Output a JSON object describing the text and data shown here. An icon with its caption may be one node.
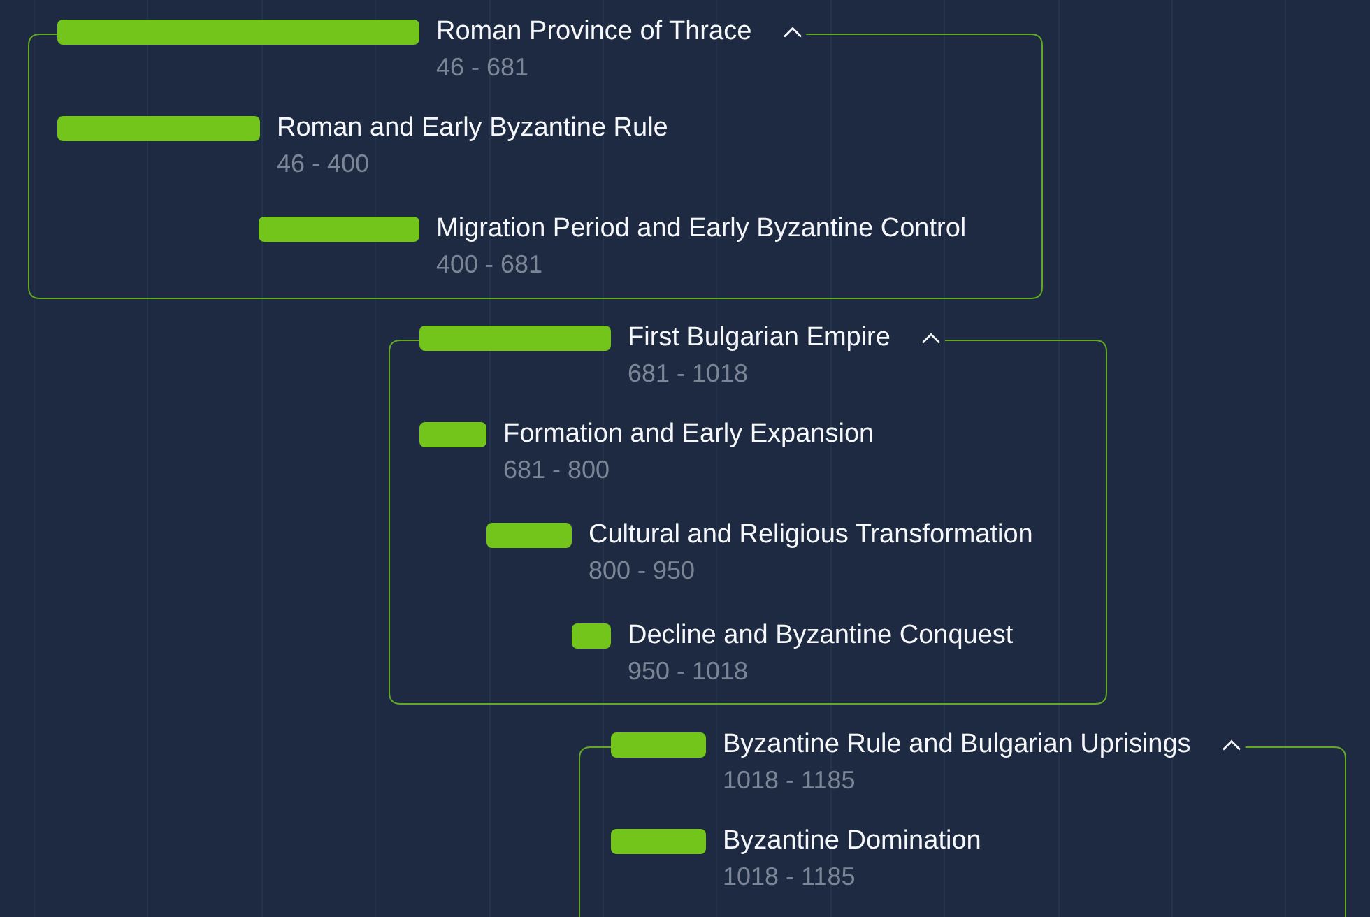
{
  "diagram": {
    "nodes": [
      {
        "text": [
          "Roman Province of Thrace",
          "46 - 681"
        ]
      },
      {
        "text": [
          "Roman and Early Byzantine Rule",
          "46 - 400"
        ],
        "in": 0
      },
      {
        "text": [
          "Migration Period and Early Byzantine Control",
          "400 - 681"
        ],
        "in": 0
      },
      {
        "text": [
          "First Bulgarian Empire",
          "681 - 1018"
        ]
      },
      {
        "text": [
          "Formation and Early Expansion",
          "681 - 800"
        ],
        "in": 3
      },
      {
        "text": [
          "Cultural and Religious Transformation",
          "800 - 950"
        ],
        "in": 3
      },
      {
        "text": [
          "Decline and Byzantine Conquest",
          "950 - 1018"
        ],
        "in": 3
      },
      {
        "text": [
          "Byzantine Rule and Bulgarian Uprisings",
          "1018 - 1185"
        ]
      },
      {
        "text": [
          "Byzantine Domination",
          "1018 - 1185"
        ],
        "in": 7
      }
    ],
    "edges": []
  }
}
